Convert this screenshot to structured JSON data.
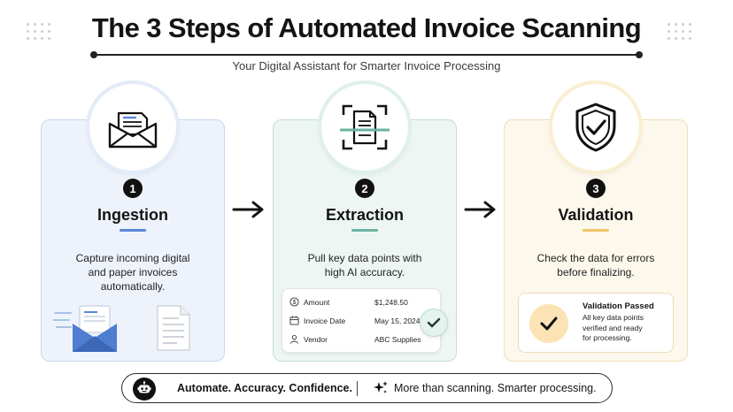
{
  "header": {
    "title": "The 3 Steps of Automated Invoice Scanning",
    "subtitle": "Your Digital Assistant for Smarter Invoice Processing"
  },
  "steps": [
    {
      "number": "1",
      "title": "Ingestion",
      "description_lines": [
        "Capture incoming digital",
        "and paper invoices",
        "automatically."
      ],
      "icon": "envelope-invoice-icon",
      "accent": "#5b86d6"
    },
    {
      "number": "2",
      "title": "Extraction",
      "description_lines": [
        "Pull key data points with",
        "high AI accuracy."
      ],
      "icon": "document-scan-icon",
      "accent": "#6bb3a0"
    },
    {
      "number": "3",
      "title": "Validation",
      "description_lines": [
        "Check the data for errors",
        "before finalizing."
      ],
      "icon": "shield-check-icon",
      "accent": "#f0c468"
    }
  ],
  "extraction_fields": [
    {
      "label": "Amount",
      "value": "$1,248.50",
      "icon": "dollar-icon"
    },
    {
      "label": "Invoice Date",
      "value": "May 15, 2024",
      "icon": "calendar-icon"
    },
    {
      "label": "Vendor",
      "value": "ABC Supplies",
      "icon": "person-icon"
    }
  ],
  "validation": {
    "title": "Validation Passed",
    "text_lines": [
      "All key data points",
      "verified and ready",
      "for processing."
    ]
  },
  "footer": {
    "tagline": "Automate. Accuracy. Confidence.",
    "slogan": "More than scanning. Smarter processing."
  }
}
